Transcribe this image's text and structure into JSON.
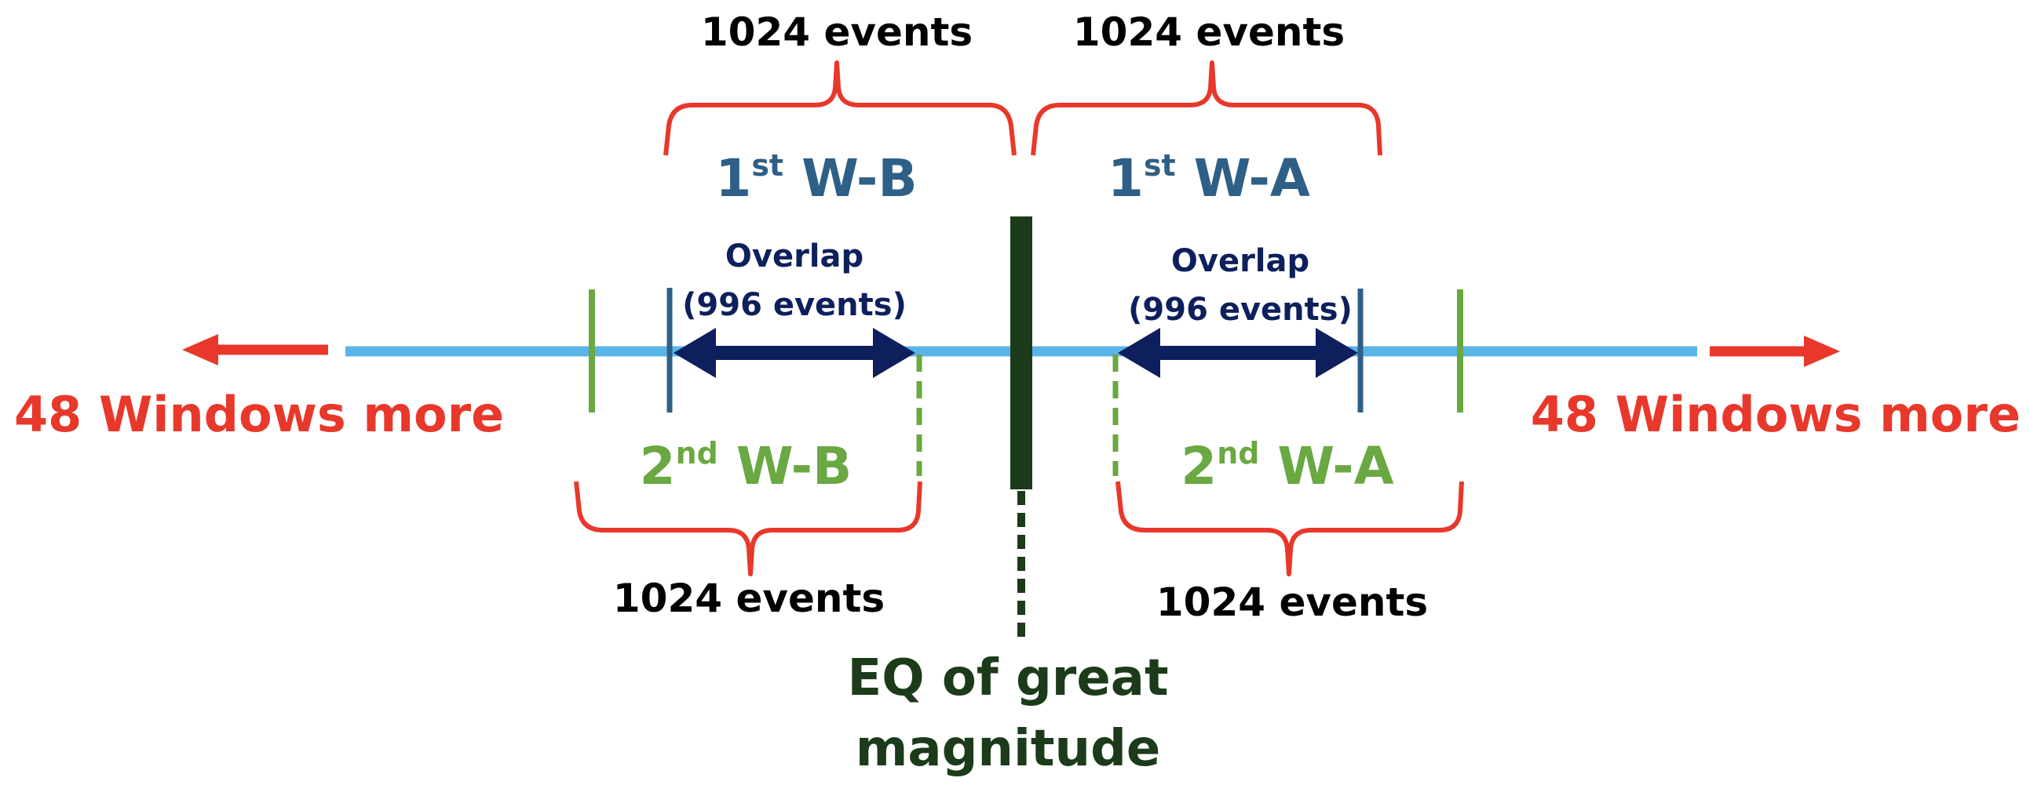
{
  "colors": {
    "timeline": "#5ab4e8",
    "brace": "#e8382b",
    "arrow_red": "#e8382b",
    "window_first": "#2e5f86",
    "window_second": "#6aa842",
    "overlap": "#0d1f5c",
    "eq": "#1b3b1a",
    "events_text": "#000000"
  },
  "labels": {
    "windows_left": "48 Windows more",
    "windows_right": "48 Windows more",
    "events_top_left": "1024 events",
    "events_top_right": "1024 events",
    "events_bottom_left": "1024 events",
    "events_bottom_right": "1024 events",
    "first_wb": {
      "num": "1",
      "sup": "st",
      "rest": " W-B"
    },
    "first_wa": {
      "num": "1",
      "sup": "st",
      "rest": " W-A"
    },
    "second_wb": {
      "num": "2",
      "sup": "nd",
      "rest": " W-B"
    },
    "second_wa": {
      "num": "2",
      "sup": "nd",
      "rest": " W-A"
    },
    "overlap_left_line1": "Overlap",
    "overlap_left_line2": "(996 events)",
    "overlap_right_line1": "Overlap",
    "overlap_right_line2": "(996 events)",
    "eq_line1": "EQ of great",
    "eq_line2": "magnitude"
  }
}
